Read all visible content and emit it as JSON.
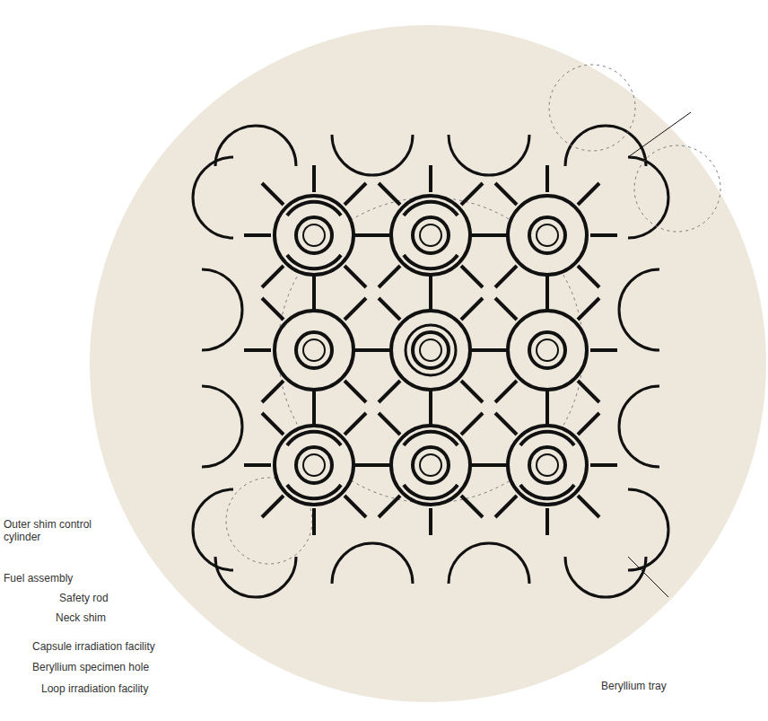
{
  "diagram": {
    "labels": [
      "Outer shim control cylinder",
      "Fuel assembly",
      "Safety rod",
      "Neck shim",
      "Capsule irradiation facility",
      "Beryllium specimen hole",
      "Loop irradiation facility",
      "Beryllium tray"
    ]
  }
}
